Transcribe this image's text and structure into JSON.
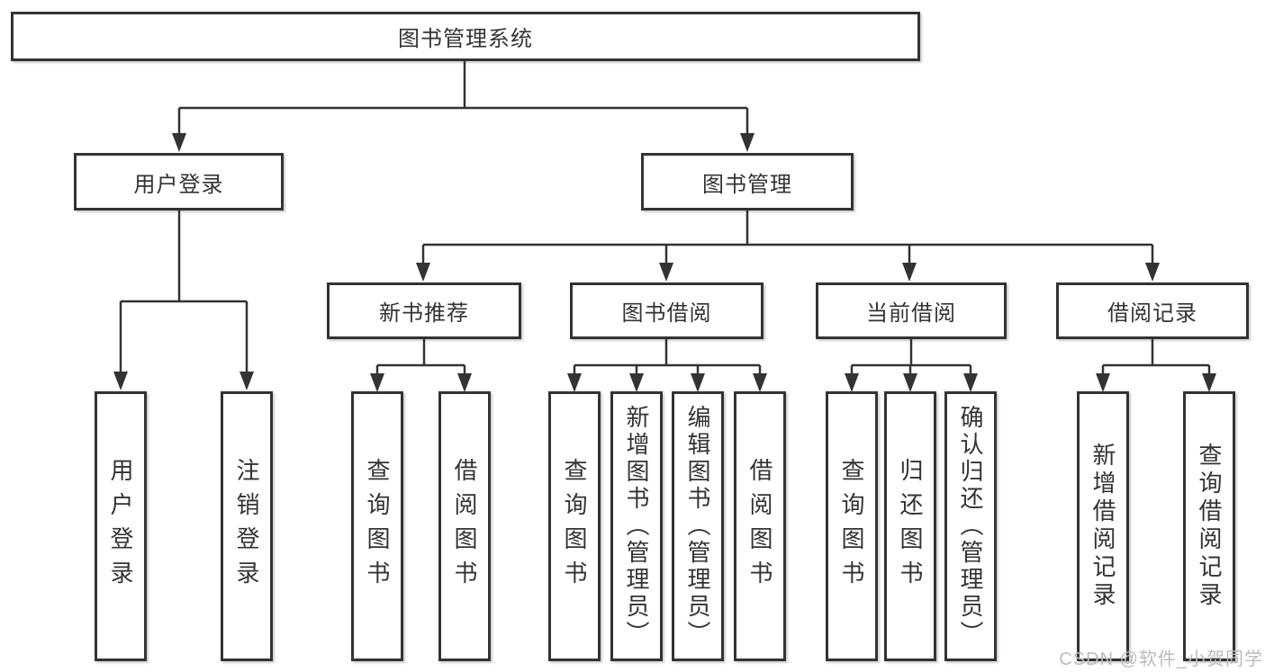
{
  "diagram": {
    "title": "图书管理系统",
    "branches": [
      {
        "label": "用户登录",
        "children": [
          {
            "label": "用户登录"
          },
          {
            "label": "注销登录"
          }
        ]
      },
      {
        "label": "图书管理",
        "children": [
          {
            "label": "新书推荐",
            "children": [
              {
                "label": "查询图书"
              },
              {
                "label": "借阅图书"
              }
            ]
          },
          {
            "label": "图书借阅",
            "children": [
              {
                "label": "查询图书"
              },
              {
                "label": "新增图书（管理员）"
              },
              {
                "label": "编辑图书（管理员）"
              },
              {
                "label": "借阅图书"
              }
            ]
          },
          {
            "label": "当前借阅",
            "children": [
              {
                "label": "查询图书"
              },
              {
                "label": "归还图书"
              },
              {
                "label": "确认归还（管理员）"
              }
            ]
          },
          {
            "label": "借阅记录",
            "children": [
              {
                "label": "新增借阅记录"
              },
              {
                "label": "查询借阅记录"
              }
            ]
          }
        ]
      }
    ]
  },
  "watermark": "CSDN @软件_小贺同学",
  "colors": {
    "line": "#333333",
    "text": "#333333",
    "box_background": "#ffffff",
    "watermark_text": "#b6bcc3",
    "background": "#ffffff"
  }
}
